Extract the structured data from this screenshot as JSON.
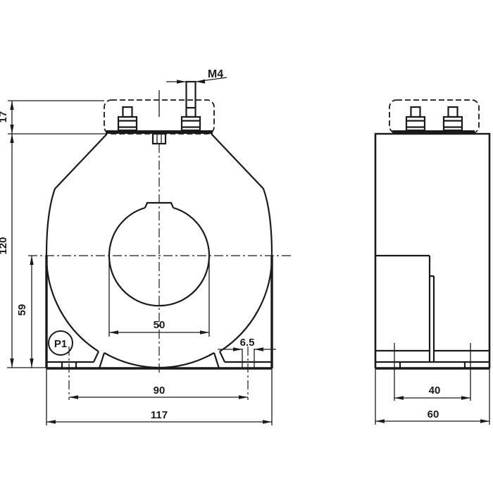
{
  "drawing": {
    "title": "current-transformer-dimension-drawing",
    "units": "mm",
    "colors": {
      "line": "#1a1a1a",
      "background": "#ffffff"
    },
    "labels": {
      "thread": "M4",
      "terminal": "P1"
    },
    "dimensions": {
      "front": {
        "cover_height": "17",
        "total_height": "120",
        "base_to_center": "59",
        "hole_diameter": "50",
        "slot_width": "6.5",
        "slot_pitch": "90",
        "total_width": "117"
      },
      "side": {
        "slot_pitch": "40",
        "depth": "60"
      }
    }
  }
}
